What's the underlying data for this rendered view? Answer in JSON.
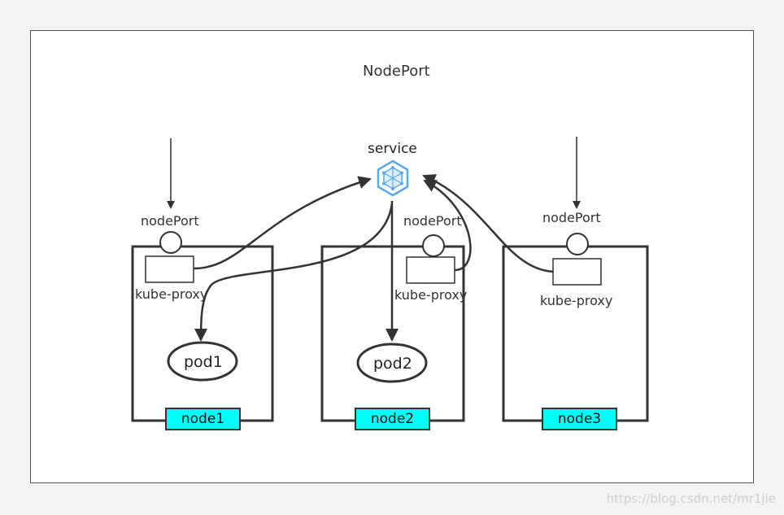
{
  "diagram": {
    "title": "NodePort",
    "service": {
      "label": "service",
      "icon": "service-hexagon-icon",
      "icon_color": "#5aa9f0"
    },
    "node_port_label": "nodePort",
    "kube_proxy_label": "kube-proxy",
    "nodes": [
      {
        "name": "node1",
        "pod": "pod1"
      },
      {
        "name": "node2",
        "pod": "pod2"
      },
      {
        "name": "node3",
        "pod": ""
      }
    ],
    "node_label_color": "#00fff7",
    "watermark": "https://blog.csdn.net/mr1jie"
  }
}
